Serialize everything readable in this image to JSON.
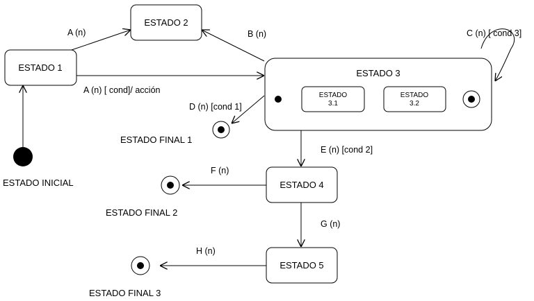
{
  "states": {
    "estado1": "ESTADO 1",
    "estado2": "ESTADO 2",
    "estado3": "ESTADO 3",
    "estado4": "ESTADO 4",
    "estado5": "ESTADO 5",
    "sub31_line1": "ESTADO",
    "sub31_line2": "3.1",
    "sub32_line1": "ESTADO",
    "sub32_line2": "3.2"
  },
  "pseudo_states": {
    "initial": "ESTADO INICIAL",
    "final1": "ESTADO FINAL 1",
    "final2": "ESTADO FINAL 2",
    "final3": "ESTADO FINAL 3"
  },
  "transitions": {
    "a_to_e2": "A (n)",
    "b_to_e2": "B (n)",
    "c_self": "C (n) [ cond 3]",
    "a_cond_action": "A (n) [ cond]/ acción",
    "d_to_final1": "D (n) [cond 1]",
    "e_to_e4": "E (n) [cond 2]",
    "f_to_final2": "F (n)",
    "g_to_e5": "G (n)",
    "h_to_final3": "H (n)"
  }
}
